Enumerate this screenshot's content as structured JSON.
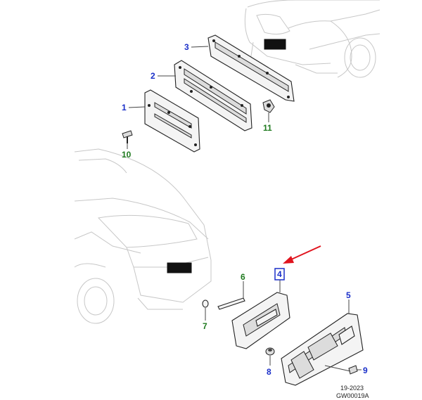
{
  "callouts": {
    "c1": "1",
    "c2": "2",
    "c3": "3",
    "c4": "4",
    "c5": "5",
    "c6": "6",
    "c7": "7",
    "c8": "8",
    "c9": "9",
    "c10": "10",
    "c11": "11"
  },
  "footer": {
    "year": "19-2023",
    "code": "GW00019A"
  },
  "colors": {
    "callout_blue": "#1a2fc9",
    "callout_green": "#1f7a1f",
    "arrow_red": "#e0141e",
    "highlight_box": "#1a2fc9"
  }
}
